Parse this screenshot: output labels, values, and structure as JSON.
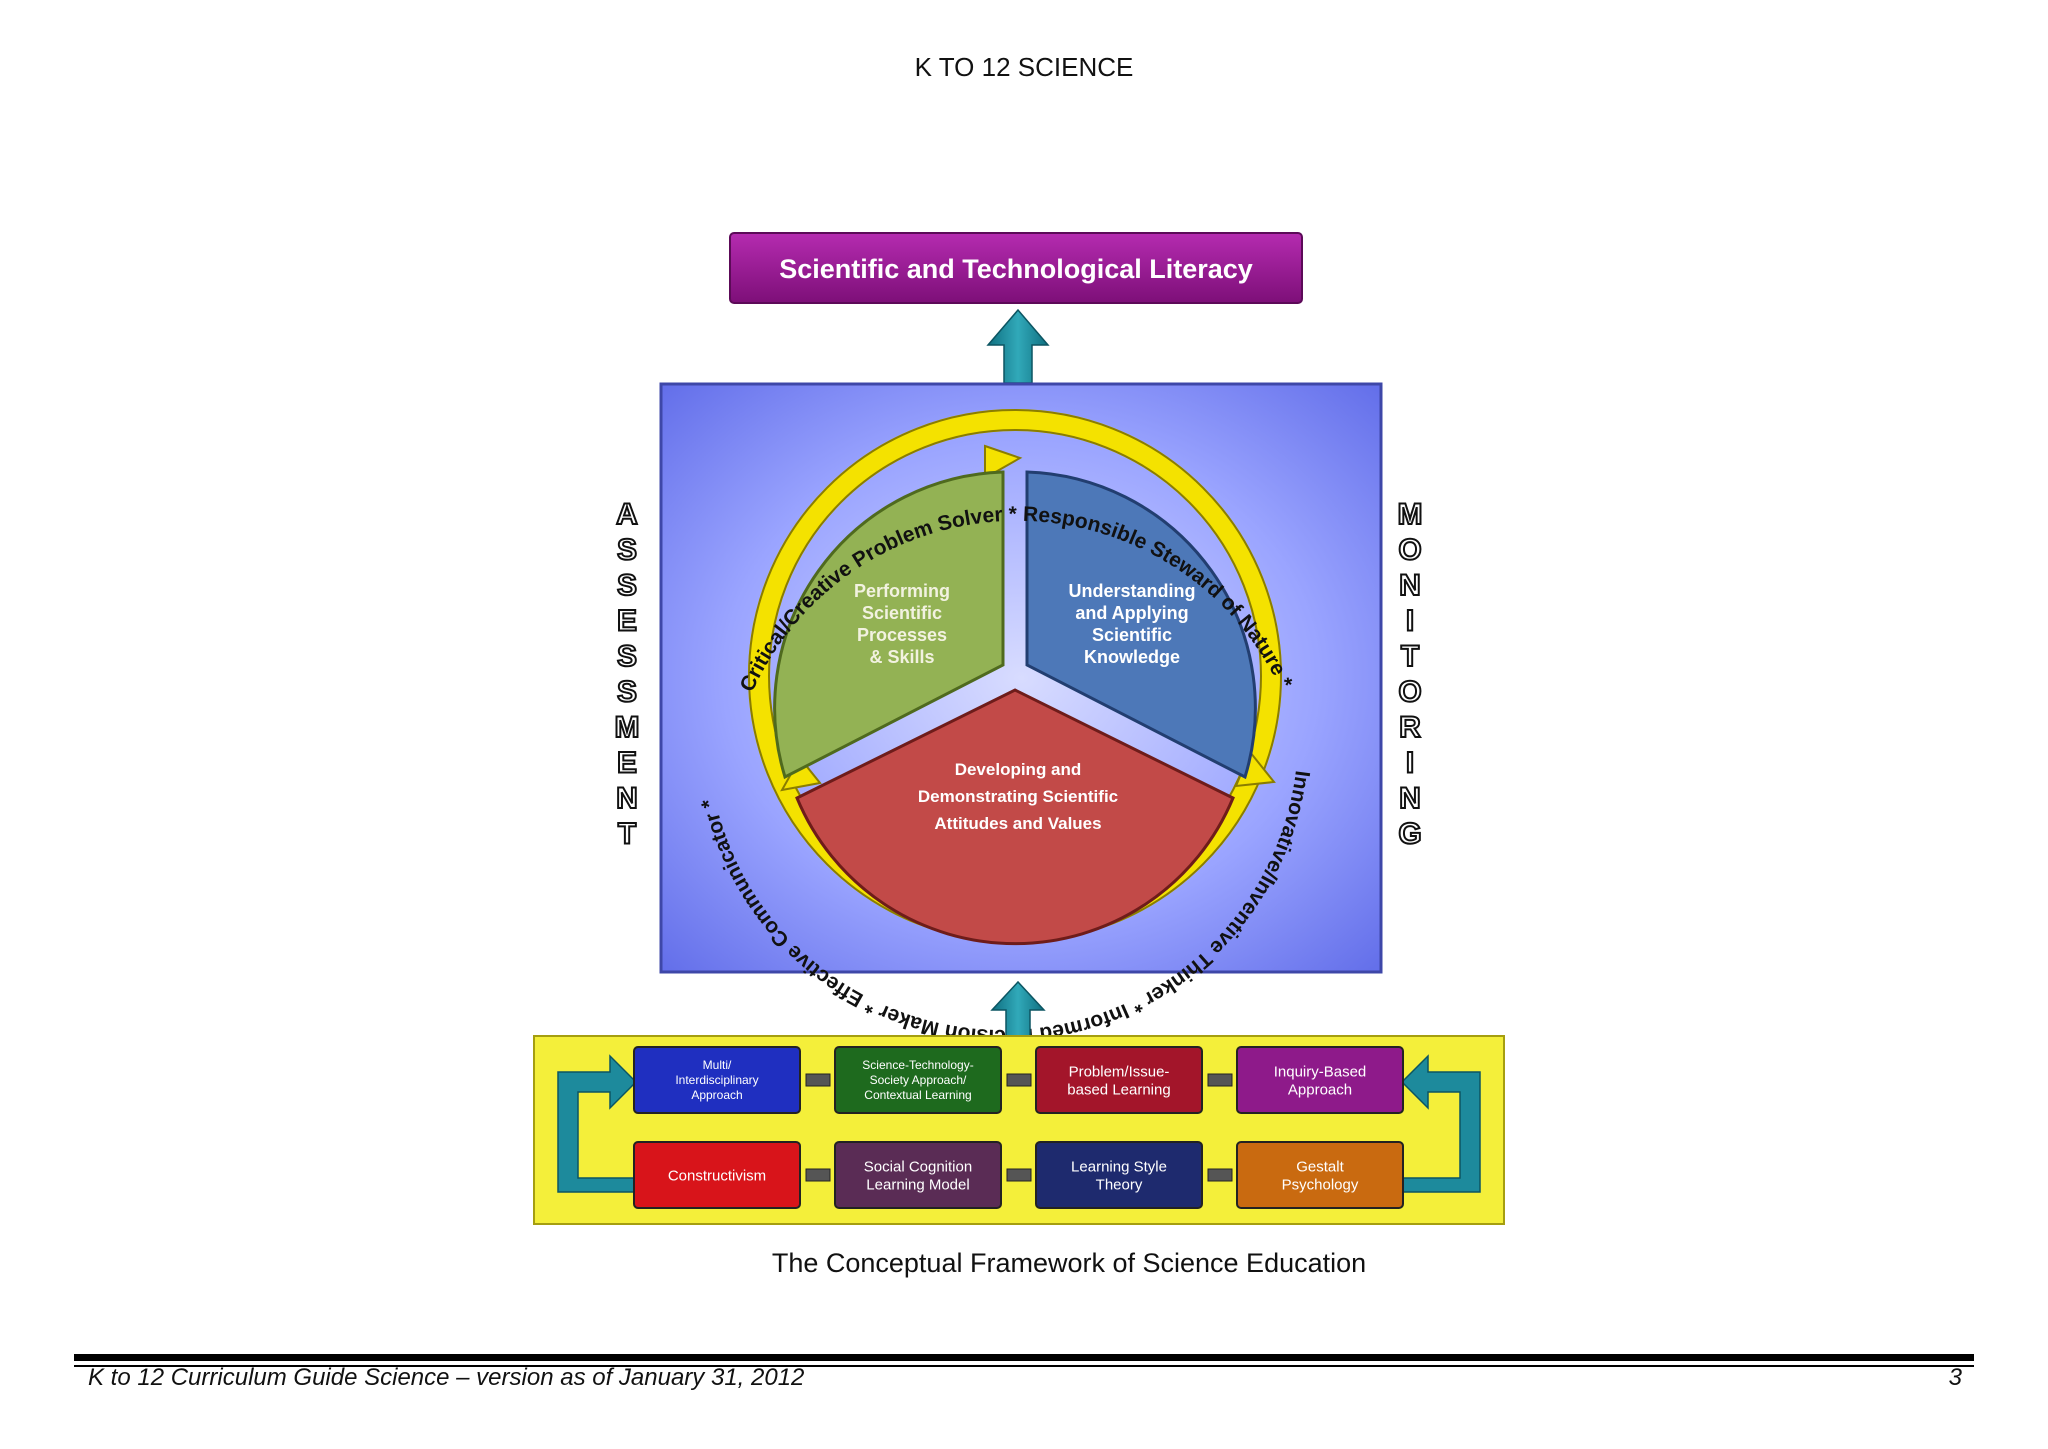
{
  "header": {
    "title": "K TO 12 SCIENCE"
  },
  "diagram": {
    "literacy_banner": "Scientific and Technological Literacy",
    "side_left": [
      "A",
      "S",
      "S",
      "E",
      "S",
      "S",
      "M",
      "E",
      "N",
      "T"
    ],
    "side_right": [
      "M",
      "O",
      "N",
      "I",
      "T",
      "O",
      "R",
      "I",
      "N",
      "G"
    ],
    "ring_text_top": "Critical/Creative Problem Solver * Responsible Steward of Nature *",
    "ring_text_bottom": "Innovative/Inventive Thinker * Informed Decision Maker * Effective Communicator *",
    "segment_green": [
      "Performing",
      "Scientific",
      "Processes",
      "& Skills"
    ],
    "segment_blue": [
      "Understanding",
      "and Applying",
      "Scientific",
      "Knowledge"
    ],
    "segment_red": [
      "Developing and",
      "Demonstrating Scientific",
      "Attitudes and Values"
    ],
    "approaches_row1": [
      {
        "lines": [
          "Multi/",
          "Interdisciplinary",
          "Approach"
        ],
        "color": "#1f2fc0"
      },
      {
        "lines": [
          "Science-Technology-",
          "Society Approach/",
          "Contextual Learning"
        ],
        "color": "#1e6a1e"
      },
      {
        "lines": [
          "Problem/Issue-",
          "based Learning"
        ],
        "color": "#a3152a"
      },
      {
        "lines": [
          "Inquiry-Based",
          "Approach"
        ],
        "color": "#8e1a8a"
      }
    ],
    "approaches_row2": [
      {
        "lines": [
          "Constructivism"
        ],
        "color": "#d8141a"
      },
      {
        "lines": [
          "Social Cognition",
          "Learning Model"
        ],
        "color": "#5a2c55"
      },
      {
        "lines": [
          "Learning Style",
          "Theory"
        ],
        "color": "#1e2a6e"
      },
      {
        "lines": [
          "Gestalt",
          "Psychology"
        ],
        "color": "#c96a10"
      }
    ],
    "colors": {
      "banner": "#9a1594",
      "panel": "#8f98f5",
      "green": "#8fb24c",
      "blue": "#4d78b8",
      "red": "#c24a48",
      "yellow_ring": "#f4e200",
      "arrow": "#1d8a9c",
      "approach_panel": "#f2ee34"
    }
  },
  "caption": "The Conceptual Framework of Science Education",
  "footer": {
    "left": "K to 12 Curriculum Guide Science – version as of January 31, 2012",
    "page": "3"
  }
}
